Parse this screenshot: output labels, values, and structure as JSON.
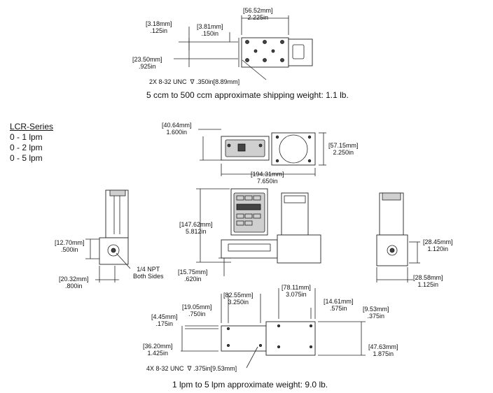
{
  "top_view": {
    "dim_width": {
      "mm": "[56.52mm]",
      "in": "2.225in"
    },
    "dim_left_offset": {
      "mm": "[3.18mm]",
      "in": ".125in"
    },
    "dim_hole_offset": {
      "mm": "[3.81mm]",
      "in": ".150in"
    },
    "dim_height": {
      "mm": "[23.50mm]",
      "in": ".925in"
    },
    "thread_note": "2X 8-32 UNC",
    "thread_depth": ".350in[8.89mm]",
    "depth_symbol": "∇",
    "weight_caption": "5 ccm to 500 ccm approximate shipping weight: 1.1 lb."
  },
  "series": {
    "title": "LCR-Series",
    "ranges": [
      "0 - 1 lpm",
      "0 - 2 lpm",
      "0 - 5 lpm"
    ]
  },
  "plan_view": {
    "dim_depth": {
      "mm": "[40.64mm]",
      "in": "1.600in"
    },
    "dim_depth_right": {
      "mm": "[57.15mm]",
      "in": "2.250in"
    },
    "dim_length": {
      "mm": "[194.31mm]",
      "in": "7.650in"
    }
  },
  "front_view": {
    "dim_height": {
      "mm": "[147.62mm]",
      "in": "5.812in"
    },
    "dim_base": {
      "mm": "[15.75mm]",
      "in": ".620in"
    }
  },
  "left_view": {
    "dim_port_height": {
      "mm": "[12.70mm]",
      "in": ".500in"
    },
    "dim_base_width": {
      "mm": "[20.32mm]",
      "in": ".800in"
    },
    "port_note_1": "1/4 NPT",
    "port_note_2": "Both Sides"
  },
  "right_view": {
    "dim_port_height": {
      "mm": "[28.45mm]",
      "in": "1.120in"
    },
    "dim_base_width": {
      "mm": "[28.58mm]",
      "in": "1.125in"
    }
  },
  "bottom_view": {
    "dim_a": {
      "mm": "[82.55mm]",
      "in": "3.250in"
    },
    "dim_b": {
      "mm": "[78.11mm]",
      "in": "3.075in"
    },
    "dim_c": {
      "mm": "[19.05mm]",
      "in": ".750in"
    },
    "dim_d": {
      "mm": "[14.61mm]",
      "in": ".575in"
    },
    "dim_e": {
      "mm": "[9.53mm]",
      "in": ".375in"
    },
    "dim_f": {
      "mm": "[4.45mm]",
      "in": ".175in"
    },
    "dim_g": {
      "mm": "[36.20mm]",
      "in": "1.425in"
    },
    "dim_h": {
      "mm": "[47.63mm]",
      "in": "1.875in"
    },
    "thread_note": "4X 8-32 UNC",
    "thread_depth": ".375in[9.53mm]",
    "depth_symbol": "∇",
    "weight_caption": "1 lpm to 5 lpm approximate weight: 9.0 lb."
  }
}
